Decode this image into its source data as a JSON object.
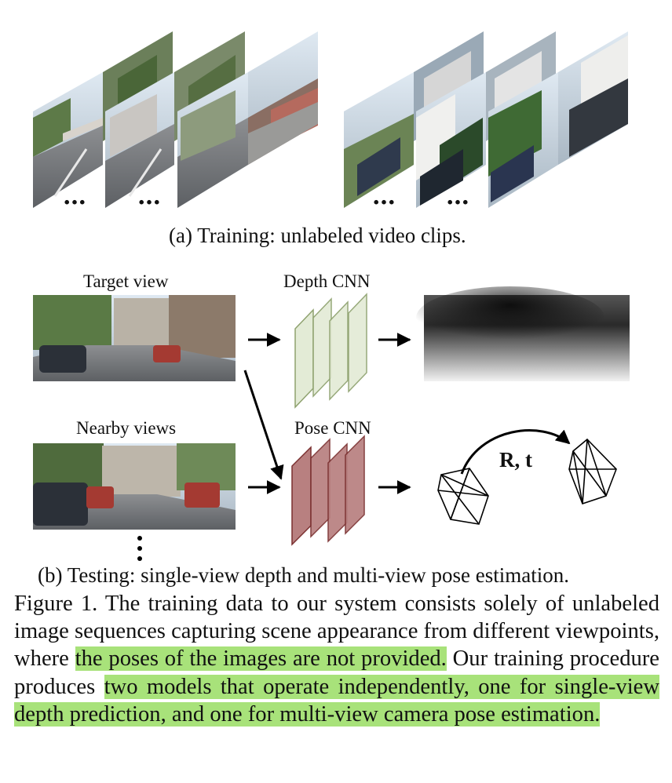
{
  "subcaption_a": "(a) Training: unlabeled video clips.",
  "subcaption_b": "(b) Testing: single-view depth and multi-view pose estimation.",
  "labels": {
    "target_view": "Target view",
    "depth_cnn": "Depth CNN",
    "nearby_views": "Nearby views",
    "pose_cnn": "Pose CNN",
    "rt": "R, t"
  },
  "ellipsis": "…",
  "caption": {
    "lead": "Figure 1. The training data to our system consists solely of unlabeled image sequences capturing scene appearance from different viewpoints, where ",
    "highlight1": "the poses of the images are not provided.",
    "middle": " Our training procedure produces ",
    "highlight2": "two models that operate independently, one for single-view depth prediction, and one for multi-view camera pose estimation.",
    "highlight_color": "#a8e27a"
  },
  "colors": {
    "depth_cnn_fill": "#e3ebd6",
    "depth_cnn_stroke": "#8fa26f",
    "pose_cnn_fill": "#b88080",
    "pose_cnn_stroke": "#7a2f2f"
  }
}
